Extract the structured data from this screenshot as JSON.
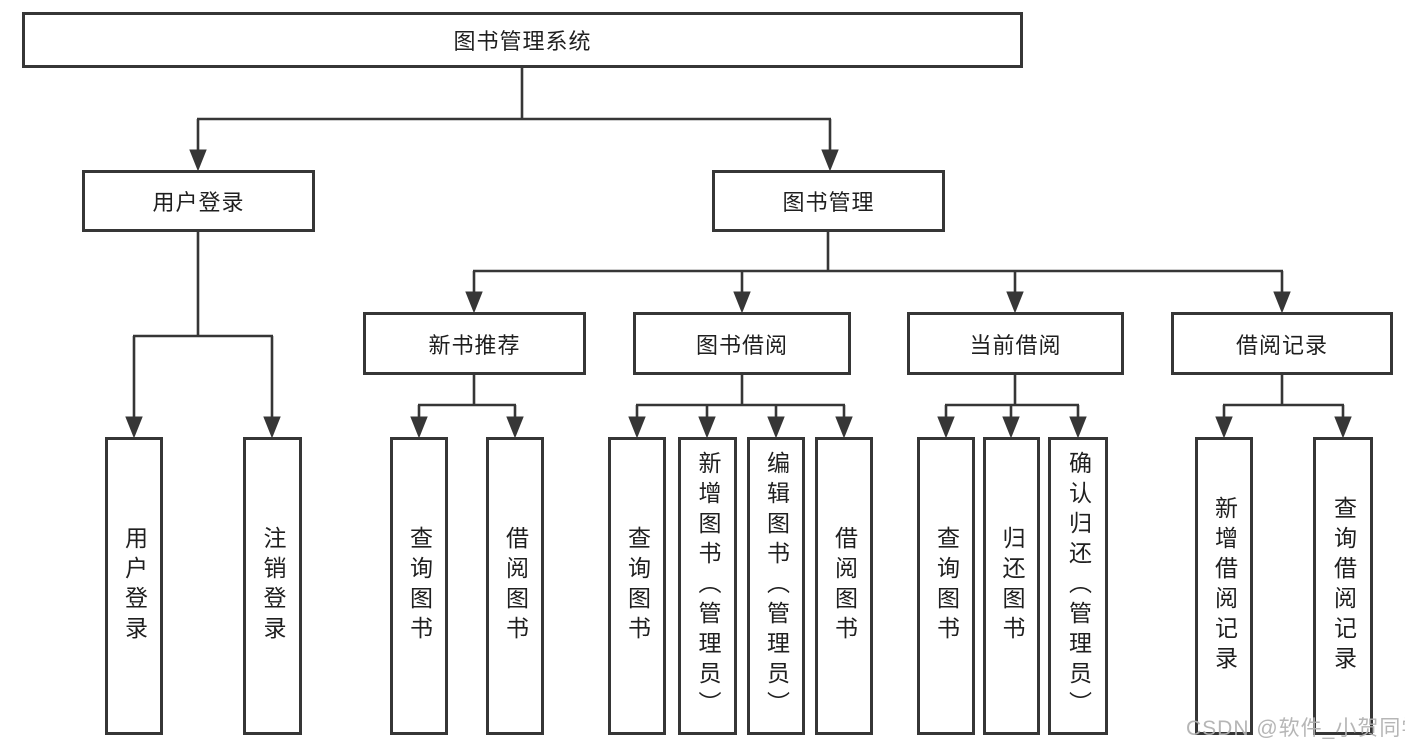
{
  "diagram": {
    "root": {
      "label": "图书管理系统"
    },
    "branches": [
      {
        "label": "用户登录",
        "children": [
          {
            "label": "用户登录"
          },
          {
            "label": "注销登录"
          }
        ]
      },
      {
        "label": "图书管理",
        "children": [
          {
            "label": "新书推荐",
            "children": [
              {
                "label": "查询图书"
              },
              {
                "label": "借阅图书"
              }
            ]
          },
          {
            "label": "图书借阅",
            "children": [
              {
                "label": "查询图书"
              },
              {
                "label": "新增图书（管理员）"
              },
              {
                "label": "编辑图书（管理员）"
              },
              {
                "label": "借阅图书"
              }
            ]
          },
          {
            "label": "当前借阅",
            "children": [
              {
                "label": "查询图书"
              },
              {
                "label": "归还图书"
              },
              {
                "label": "确认归还（管理员）"
              }
            ]
          },
          {
            "label": "借阅记录",
            "children": [
              {
                "label": "新增借阅记录"
              },
              {
                "label": "查询借阅记录"
              }
            ]
          }
        ]
      }
    ]
  },
  "watermark": {
    "text": "CSDN @软件_小贺同学"
  },
  "colors": {
    "line": "#363636",
    "text": "#1f1f1f",
    "background": "#ffffff",
    "watermark": "#b2b2b2"
  }
}
